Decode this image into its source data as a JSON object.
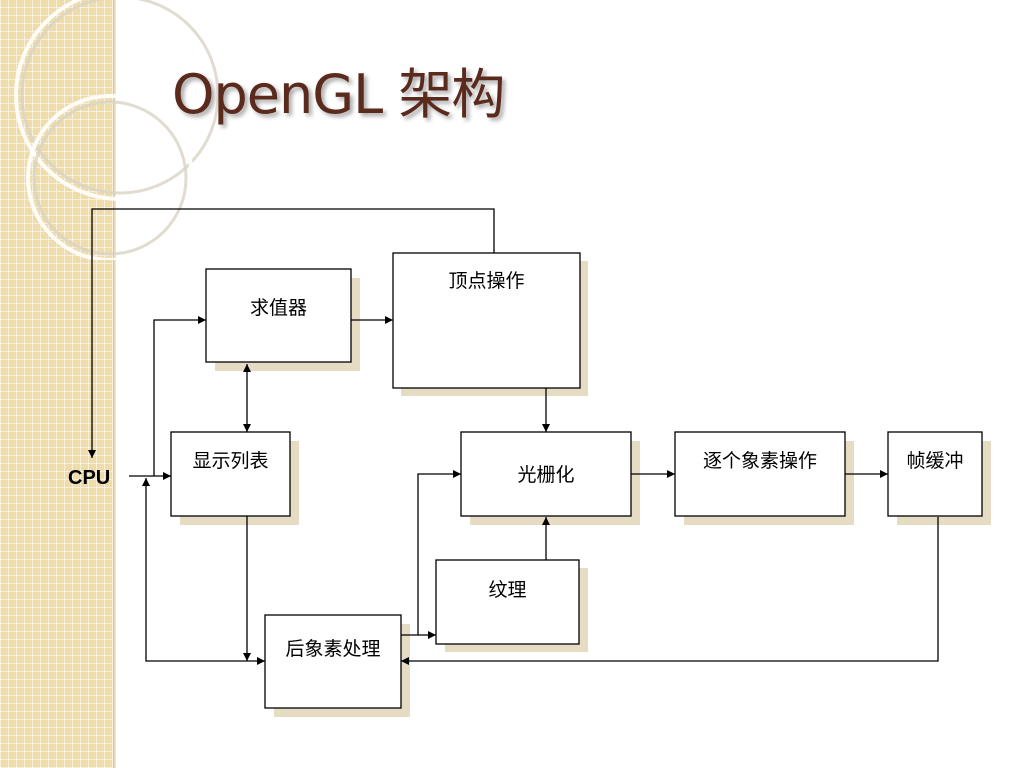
{
  "slide": {
    "title": "OpenGL 架构"
  },
  "diagram": {
    "cpu": "CPU",
    "nodes": {
      "evaluator": "求值器",
      "vertex_ops": "顶点操作",
      "display_list": "显示列表",
      "rasterization": "光栅化",
      "per_fragment_ops": "逐个象素操作",
      "framebuffer": "帧缓冲",
      "texture": "纹理",
      "pixel_processing": "后象素处理"
    }
  },
  "colors": {
    "title": "#5a2a1c",
    "strip": "#eedcab",
    "box_shadow": "#e6dcc4",
    "line": "#000000"
  }
}
